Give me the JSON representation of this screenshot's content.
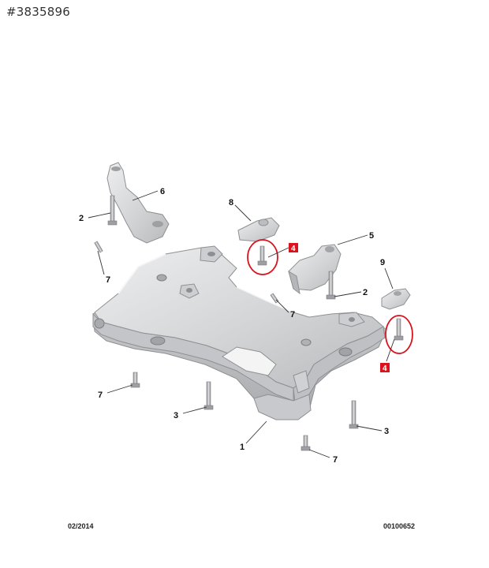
{
  "header": {
    "listing_id": "#3835896"
  },
  "diagram": {
    "callouts": {
      "c1": "1",
      "c2a": "2",
      "c2b": "2",
      "c3a": "3",
      "c3b": "3",
      "c4a": "4",
      "c4b": "4",
      "c5": "5",
      "c6": "6",
      "c7a": "7",
      "c7b": "7",
      "c7c": "7",
      "c7d": "7",
      "c8": "8",
      "c9": "9"
    },
    "highlight_color": "#d9141e",
    "part_color": "#d6d7d9"
  },
  "footer": {
    "date": "02/2014",
    "code": "00100652"
  }
}
